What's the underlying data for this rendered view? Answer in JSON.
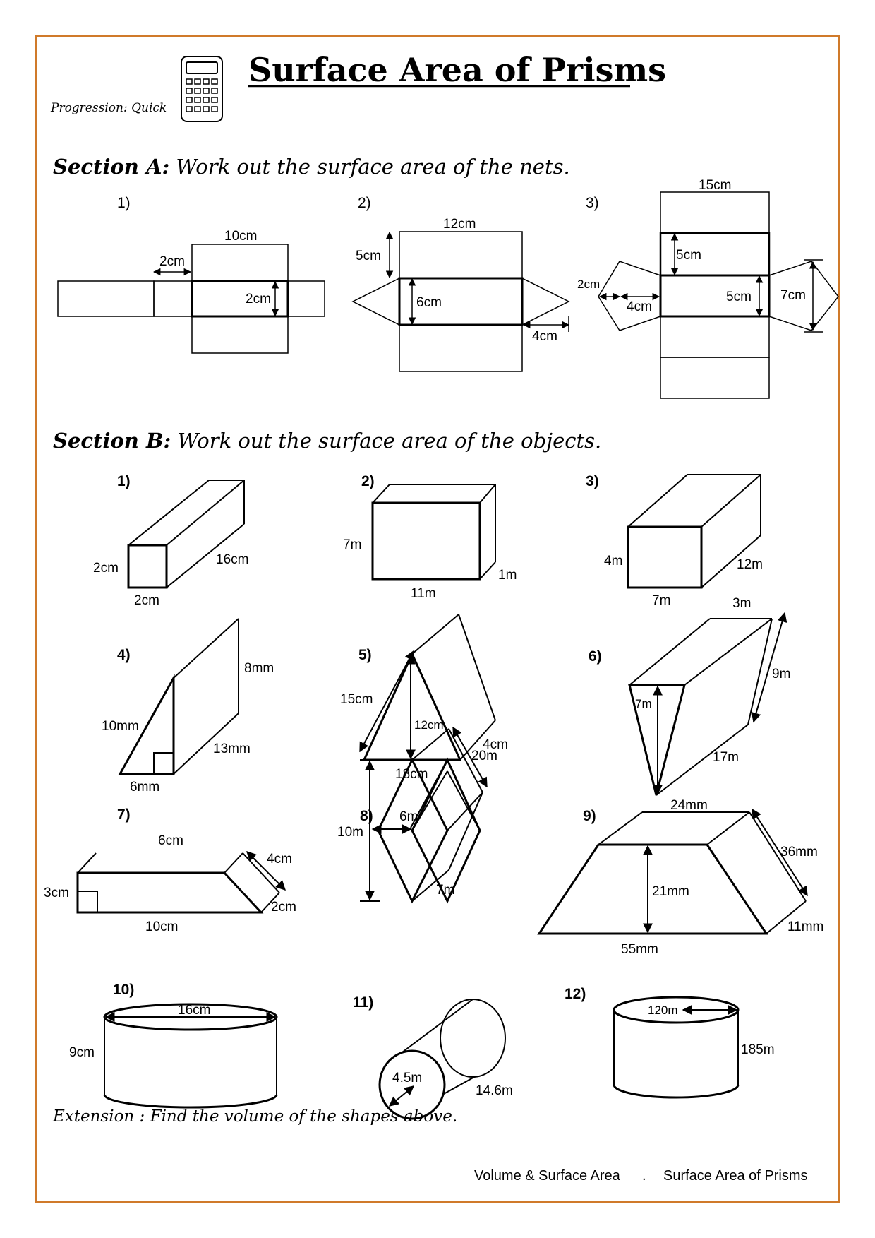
{
  "header": {
    "title": "Surface Area of Prisms",
    "progression": "Progression: Quick",
    "icon": "calculator-icon"
  },
  "section_a": {
    "label": "Section A:",
    "instruction": "Work out the surface area of the nets.",
    "questions": [
      {
        "number": "1)",
        "labels": [
          "10cm",
          "2cm",
          "2cm"
        ]
      },
      {
        "number": "2)",
        "labels": [
          "12cm",
          "5cm",
          "6cm",
          "4cm"
        ]
      },
      {
        "number": "3)",
        "labels": [
          "15cm",
          "5cm",
          "2cm",
          "4cm",
          "5cm",
          "7cm"
        ]
      }
    ]
  },
  "section_b": {
    "label": "Section B:",
    "instruction": "Work out the surface area of the objects.",
    "questions": [
      {
        "number": "1)",
        "labels": [
          "2cm",
          "2cm",
          "16cm"
        ]
      },
      {
        "number": "2)",
        "labels": [
          "7m",
          "11m",
          "1m"
        ]
      },
      {
        "number": "3)",
        "labels": [
          "4m",
          "7m",
          "12m"
        ]
      },
      {
        "number": "4)",
        "labels": [
          "8mm",
          "10mm",
          "13mm",
          "6mm"
        ]
      },
      {
        "number": "5)",
        "labels": [
          "15cm",
          "12cm",
          "4cm",
          "18cm"
        ]
      },
      {
        "number": "6)",
        "labels": [
          "3m",
          "9m",
          "7m",
          "17m"
        ]
      },
      {
        "number": "7)",
        "labels": [
          "6cm",
          "4cm",
          "3cm",
          "2cm",
          "10cm"
        ]
      },
      {
        "number": "8)",
        "labels": [
          "20m",
          "6m",
          "10m",
          "7m"
        ]
      },
      {
        "number": "9)",
        "labels": [
          "24mm",
          "36mm",
          "21mm",
          "11mm",
          "55mm"
        ]
      },
      {
        "number": "10)",
        "labels": [
          "16cm",
          "9cm"
        ]
      },
      {
        "number": "11)",
        "labels": [
          "4.5m",
          "14.6m"
        ]
      },
      {
        "number": "12)",
        "labels": [
          "120m",
          "185m"
        ]
      }
    ]
  },
  "extension": "Extension : Find the volume of the shapes above.",
  "footer": {
    "left": "Volume & Surface Area",
    "separator": ".",
    "right": "Surface Area of Prisms"
  },
  "colors": {
    "border": "#d07a2a",
    "ink": "#000000"
  }
}
